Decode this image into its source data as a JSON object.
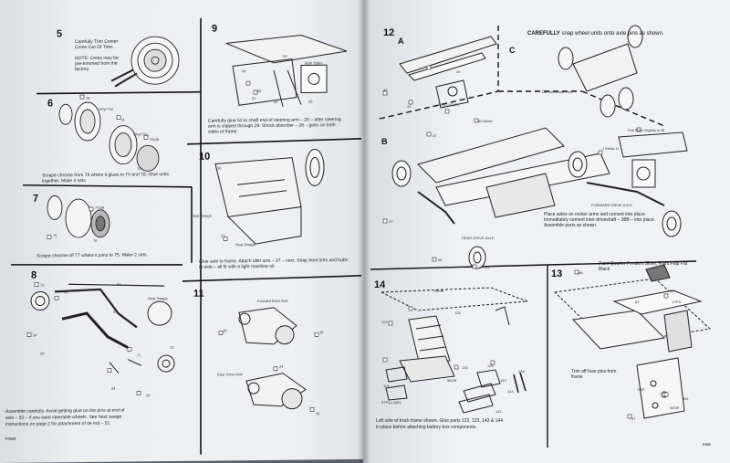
{
  "left_page": {
    "step5": {
      "number": "5",
      "note1": "Carefully Trim Center Cores Out Of Tires",
      "note2": "NOTE: Cores may be pre-trimmed from the factory."
    },
    "step6": {
      "number": "6",
      "text": "Scrape chrome from 78 where it glues to 74 and 76. Glue units together. Make 4 sets.",
      "labels": [
        "78",
        "Vinyl Tire",
        "74",
        "Vinyl Tire",
        "76OR",
        "75"
      ]
    },
    "step7": {
      "number": "7",
      "text": "Scrape chrome off 77 where it joins to 75. Make 2 sets.",
      "labels": [
        "77OR",
        "75",
        "76"
      ]
    },
    "step8": {
      "number": "8",
      "text1": "Assemble carefully. Avoid getting glue on the pins at end of",
      "text2": "axle – 50 – if you want steerable wheels. See heat swage",
      "text3": "instructions on page 2 for attachment of tie rod – 51.",
      "labels": [
        "72",
        "Heat Swage",
        "50",
        "34",
        "51",
        "73",
        "71",
        "39",
        "29",
        "24",
        "28"
      ]
    },
    "step9": {
      "number": "9",
      "text": "Carefully glue 53 to shaft end of steering arm – 26 – after steering arm is slipped through 28. Shock absorber – 26 – goes on both sides of frame.",
      "labels": [
        "Both Sides",
        "53",
        "54",
        "56",
        "26",
        "51",
        "52"
      ]
    },
    "step10": {
      "number": "10",
      "text": "Glue axle to frame. Attach idler arm – 37 – next. Snap front tires and hubs to axle – all fit with a light machine oil.",
      "labels": [
        "36",
        "Heat Swage",
        "37",
        "Heat Swage"
      ]
    },
    "step11": {
      "number": "11",
      "labels": [
        "Forward Drive Axle",
        "16",
        "16",
        "Rear Drive Axle",
        "24",
        "16"
      ]
    },
    "footer": "FOUR"
  },
  "right_page": {
    "step12": {
      "number": "12",
      "header_bold": "CAREFULLY",
      "header_rest": " snap wheel units onto axle pins as shown.",
      "section_a": "A",
      "section_b": "B",
      "section_c": "C",
      "labels": [
        "40",
        "41",
        "83 Metal",
        "47",
        "Do Not Ream Pins",
        "56 (L) 57 (R)",
        "20",
        "1 Metal 11",
        "Pull Plate Slightly to fill"
      ],
      "b_text1": "Place axles on rocker arms and cement into place.",
      "b_text2": "Immediately cement inter-driveshaft – 38B – into place.",
      "b_text3": "Assemble parts as shown.",
      "b_labels": [
        "FORWARD DRIVE AXLE",
        "REAR DRIVE AXLE",
        "47",
        "56",
        "70 (2)"
      ]
    },
    "step13": {
      "number": "13",
      "paint_note": "Paint Quarter Fenders Silver, Paint Flap Pat Black",
      "labels": [
        "88",
        "90",
        "63",
        "1TPS",
        "7OR",
        "87",
        "98OR",
        "90L"
      ],
      "trim_note": "Trim off fuse pins from frame"
    },
    "step14": {
      "number": "14",
      "text1": "Left side of truck frame shown. Glue parts 122, 123, 143 & 144",
      "text2": "in place before attaching battery box components.",
      "labels": [
        "98OR",
        "122",
        "126",
        "130",
        "98OR",
        "101",
        "125",
        "143",
        "144",
        "142",
        "138",
        "5TP(L) 8(R)"
      ]
    },
    "footer": "FIVE"
  }
}
